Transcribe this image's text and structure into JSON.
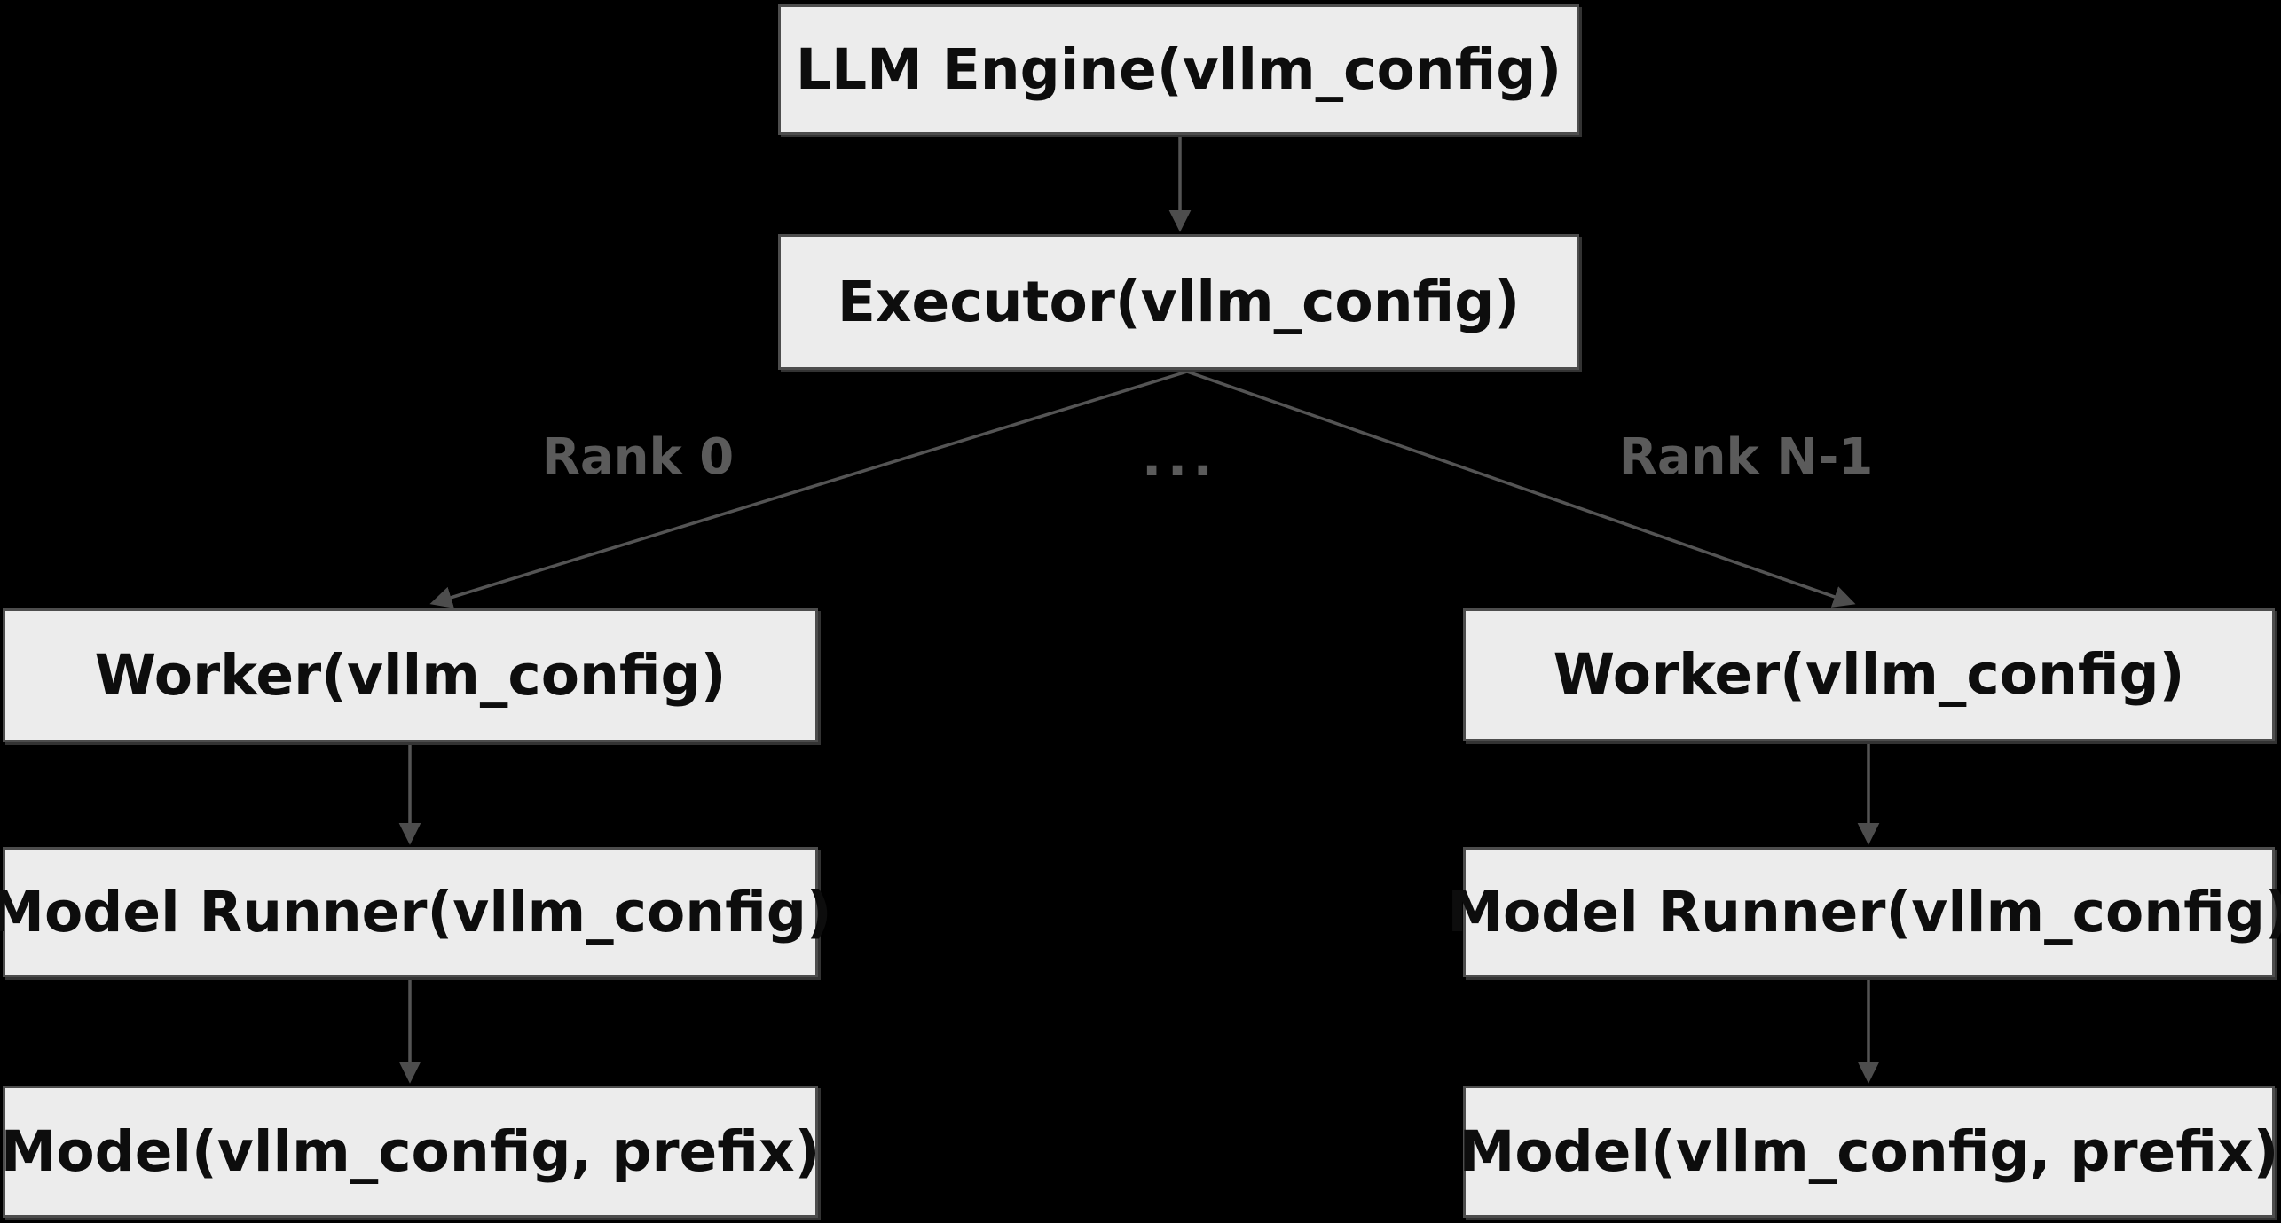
{
  "diagram": {
    "title": "LLM Engine / Executor / Worker flowchart",
    "colors": {
      "background": "#000000",
      "node_fill": "#ececec",
      "node_border": "#4d4d4d",
      "node_text": "#0d0d0d",
      "edge": "#545454",
      "edge_label": "#5b5b5b"
    },
    "nodes": {
      "llm_engine": {
        "label": "LLM Engine(vllm_config)"
      },
      "executor": {
        "label": "Executor(vllm_config)"
      },
      "worker_left": {
        "label": "Worker(vllm_config)"
      },
      "model_runner_left": {
        "label": "Model Runner(vllm_config)"
      },
      "model_left": {
        "label": "Model(vllm_config, prefix)"
      },
      "worker_right": {
        "label": "Worker(vllm_config)"
      },
      "model_runner_right": {
        "label": "Model Runner(vllm_config)"
      },
      "model_right": {
        "label": "Model(vllm_config, prefix)"
      }
    },
    "edge_labels": {
      "rank0": "Rank 0",
      "ellipsis": "...",
      "rank_n_1": "Rank N-1"
    },
    "edges": [
      {
        "from": "llm_engine",
        "to": "executor"
      },
      {
        "from": "executor",
        "to": "worker_left",
        "label": "Rank 0"
      },
      {
        "from": "executor",
        "to": "worker_right",
        "label": "Rank N-1"
      },
      {
        "from": "worker_left",
        "to": "model_runner_left"
      },
      {
        "from": "model_runner_left",
        "to": "model_left"
      },
      {
        "from": "worker_right",
        "to": "model_runner_right"
      },
      {
        "from": "model_runner_right",
        "to": "model_right"
      }
    ]
  }
}
